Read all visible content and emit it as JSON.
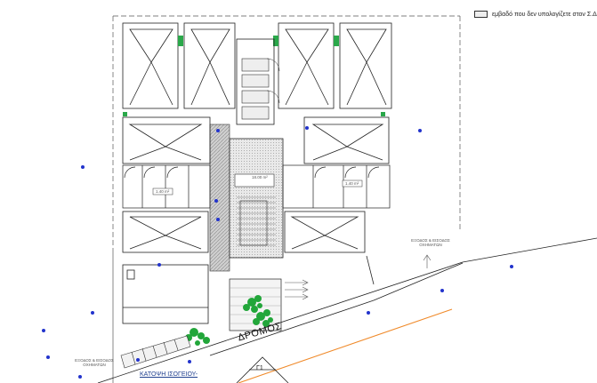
{
  "legend": {
    "text": "εμβαδό που δεν υπολογίζετε στον Σ.Δ",
    "swatch_color": "#eeeeee"
  },
  "road": {
    "label": "ΔΡΟΜΟΣ",
    "axis_color": "#f08a2a"
  },
  "drawing": {
    "title": "ΚΑΤΟΨΗ ΙΣΟΓΕΙΟΥ-",
    "section_mark": "Γ1"
  },
  "annotations": {
    "exit_right": "ΕΞΟΔΟΣ & ΕΙΣΟΔΟΣ ΟΧΗΜΑΤΩΝ",
    "exit_left": "ΕΞΟΔΟΣ & ΕΙΣΟΔΟΣ ΟΧΗΜΑΤΩΝ",
    "room_a": "18.00 m²",
    "room_b": "1.40 m²",
    "room_c": "1.40 m²"
  },
  "colors": {
    "walls": "#222222",
    "hatch": "#8a8a8a",
    "shaft": "#d6d6d6",
    "trees": "#22a63a",
    "markers": "#2233cc"
  },
  "icons": [
    "parking-bay",
    "tree-icon",
    "stair-icon",
    "elevation-marker-icon",
    "north-arrow"
  ]
}
